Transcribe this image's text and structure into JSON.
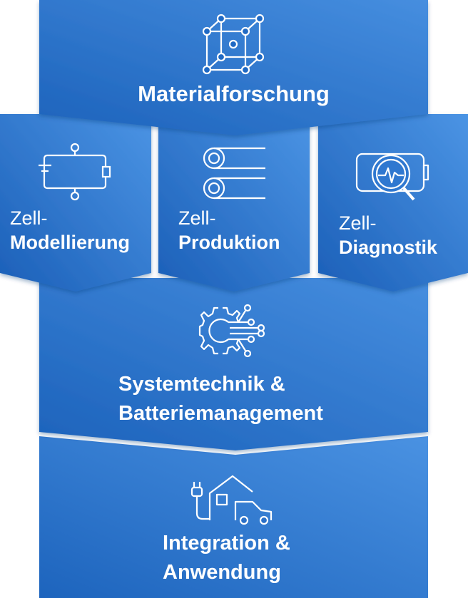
{
  "colors": {
    "block_light": "#4a92e2",
    "block_dark": "#1d64bd",
    "text": "#ffffff",
    "background": "#ffffff"
  },
  "blocks": {
    "materialforschung": {
      "label": "Materialforschung",
      "icon": "cube-lattice-icon"
    },
    "modellierung": {
      "line1": "Zell-",
      "line2": "Modellierung",
      "icon": "circuit-battery-icon"
    },
    "produktion": {
      "line1": "Zell-",
      "line2": "Produktion",
      "icon": "roller-coil-icon"
    },
    "diagnostik": {
      "line1": "Zell-",
      "line2": "Diagnostik",
      "icon": "battery-magnifier-icon"
    },
    "systemtechnik": {
      "line1": "Systemtechnik &",
      "line2": "Batteriemanagement",
      "icon": "gear-circuit-icon"
    },
    "integration": {
      "line1": "Integration &",
      "line2": "Anwendung",
      "icon": "house-plug-car-icon"
    }
  }
}
